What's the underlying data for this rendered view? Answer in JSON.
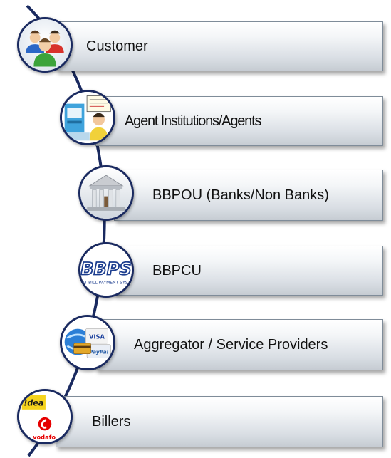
{
  "items": [
    {
      "label": "Customer",
      "icon": "customers-icon"
    },
    {
      "label": "Agent Institutions/Agents",
      "icon": "agent-icon"
    },
    {
      "label": "BBPOU (Banks/Non Banks)",
      "icon": "bank-icon"
    },
    {
      "label": "BBPCU",
      "icon": "bbps-logo-icon"
    },
    {
      "label": "Aggregator / Service Providers",
      "icon": "payment-cards-icon"
    },
    {
      "label": "Billers",
      "icon": "telecom-logos-icon"
    }
  ],
  "logos": {
    "bbps_text": "BBPS",
    "bbps_sub": "AT BILL PAYMENT SYST",
    "visa": "VISA",
    "paypal": "PayPal",
    "idea": "!dea",
    "vodafone": "vodafo"
  },
  "colors": {
    "curve": "#1a2a60",
    "box_border": "#7f8c99",
    "box_top": "#ffffff",
    "box_bottom": "#c6ccd3"
  }
}
